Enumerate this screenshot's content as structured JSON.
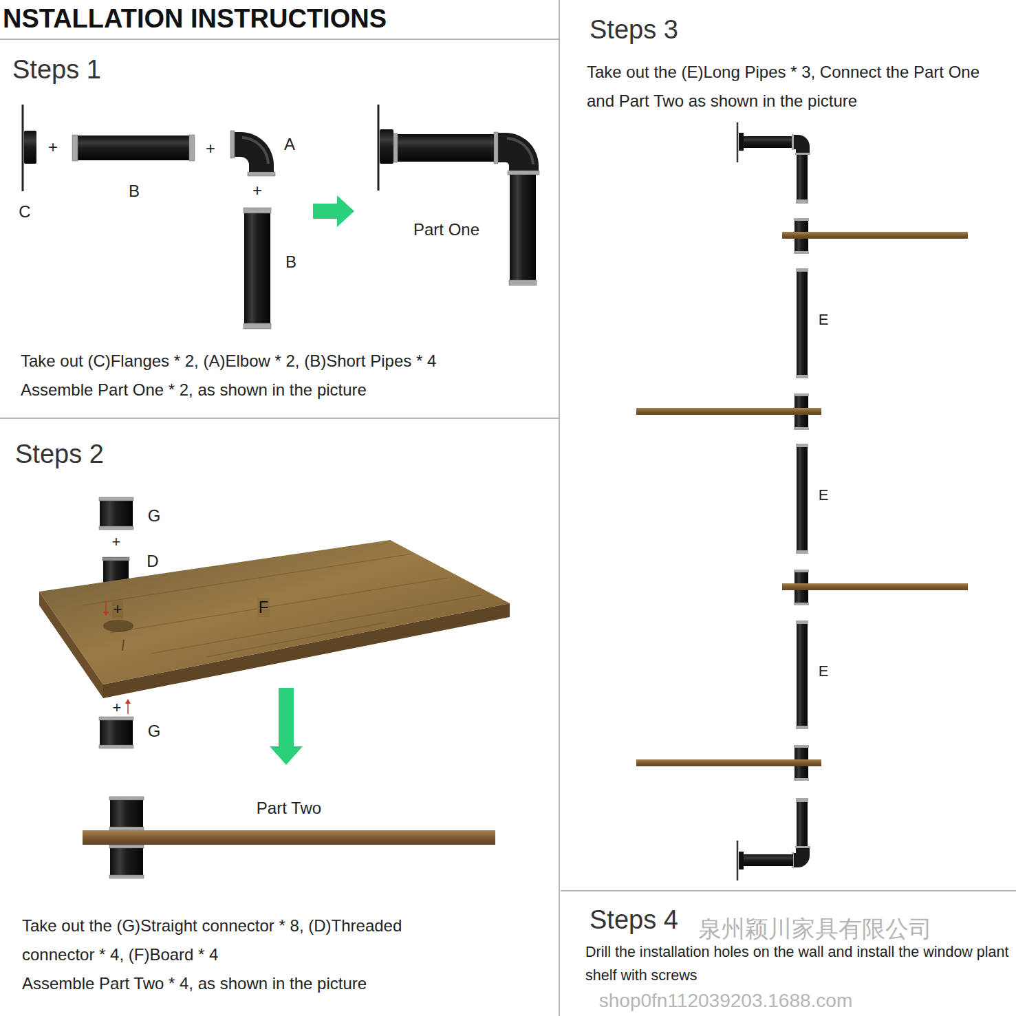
{
  "diagram": {
    "title": "NSTALLATION INSTRUCTIONS",
    "nodes": [
      {
        "text": [
          "Steps 1",
          "Take out (C)Flanges * 2, (A)Elbow * 2, (B)Short Pipes * 4",
          "Assemble Part One * 2, as shown in the picture"
        ]
      },
      {
        "text": [
          "Steps 2",
          "Take out the (G)Straight connector * 8, (D)Threaded connector * 4, (F)Board * 4",
          "Assemble Part Two * 4, as shown in the picture"
        ]
      },
      {
        "text": [
          "Steps 3",
          "Take out the (E)Long Pipes * 3, Connect the Part One and Part Two as shown in the picture"
        ]
      },
      {
        "text": [
          "Steps 4",
          "Drill the installation holes on the wall and install the window plant shelf with screws"
        ]
      }
    ],
    "labels": [
      "+",
      "B",
      "+",
      "A",
      "C",
      "+",
      "B",
      "Part One",
      "G",
      "+",
      "D",
      "+",
      "F",
      "+",
      "G",
      "Part Two",
      "E",
      "E",
      "E",
      "泉州颖川家具有限公司",
      "shop0fn112039203.1688.com"
    ]
  }
}
